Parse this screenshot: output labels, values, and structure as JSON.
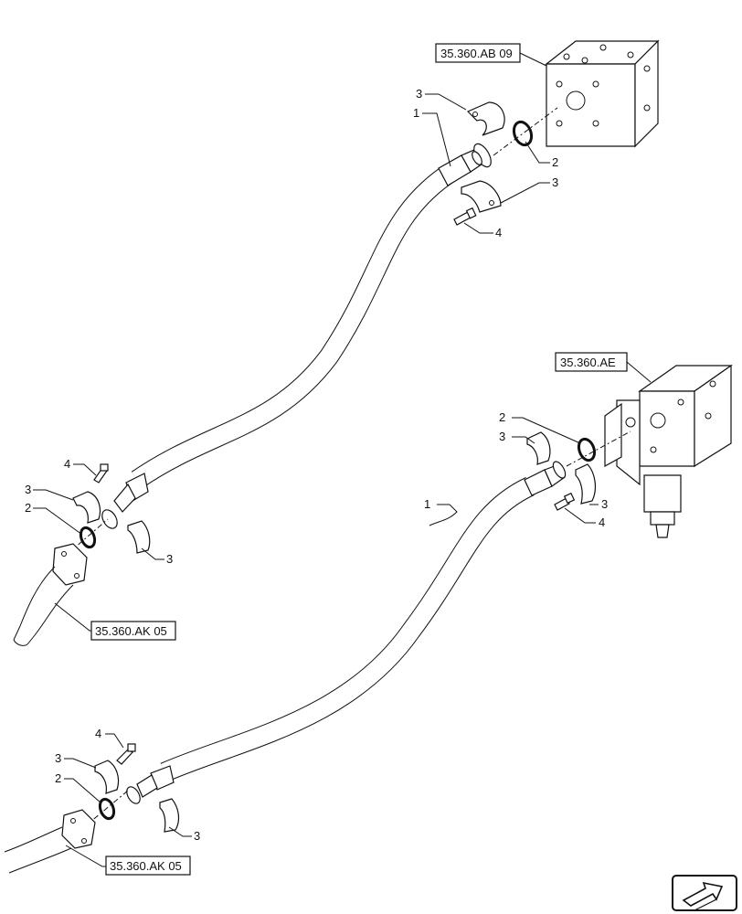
{
  "references": {
    "top_block": "35.360.AB 09",
    "valve_block": "35.360.AE",
    "left_flange_upper": "35.360.AK 05",
    "left_flange_lower": "35.360.AK 05"
  },
  "callouts": {
    "hose_upper": "1",
    "hose_lower": "1",
    "oring_top": "2",
    "oring_upper_left": "2",
    "oring_valve": "2",
    "oring_lower_left": "2",
    "clamp_top_a": "3",
    "clamp_top_b": "3",
    "clamp_upper_left_a": "3",
    "clamp_upper_left_b": "3",
    "clamp_valve_a": "3",
    "clamp_valve_b": "3",
    "clamp_lower_left_a": "3",
    "clamp_lower_left_b": "3",
    "screw_top": "4",
    "screw_upper_left": "4",
    "screw_valve": "4",
    "screw_lower_left": "4"
  },
  "nav_icon": "next-page-arrow-icon"
}
